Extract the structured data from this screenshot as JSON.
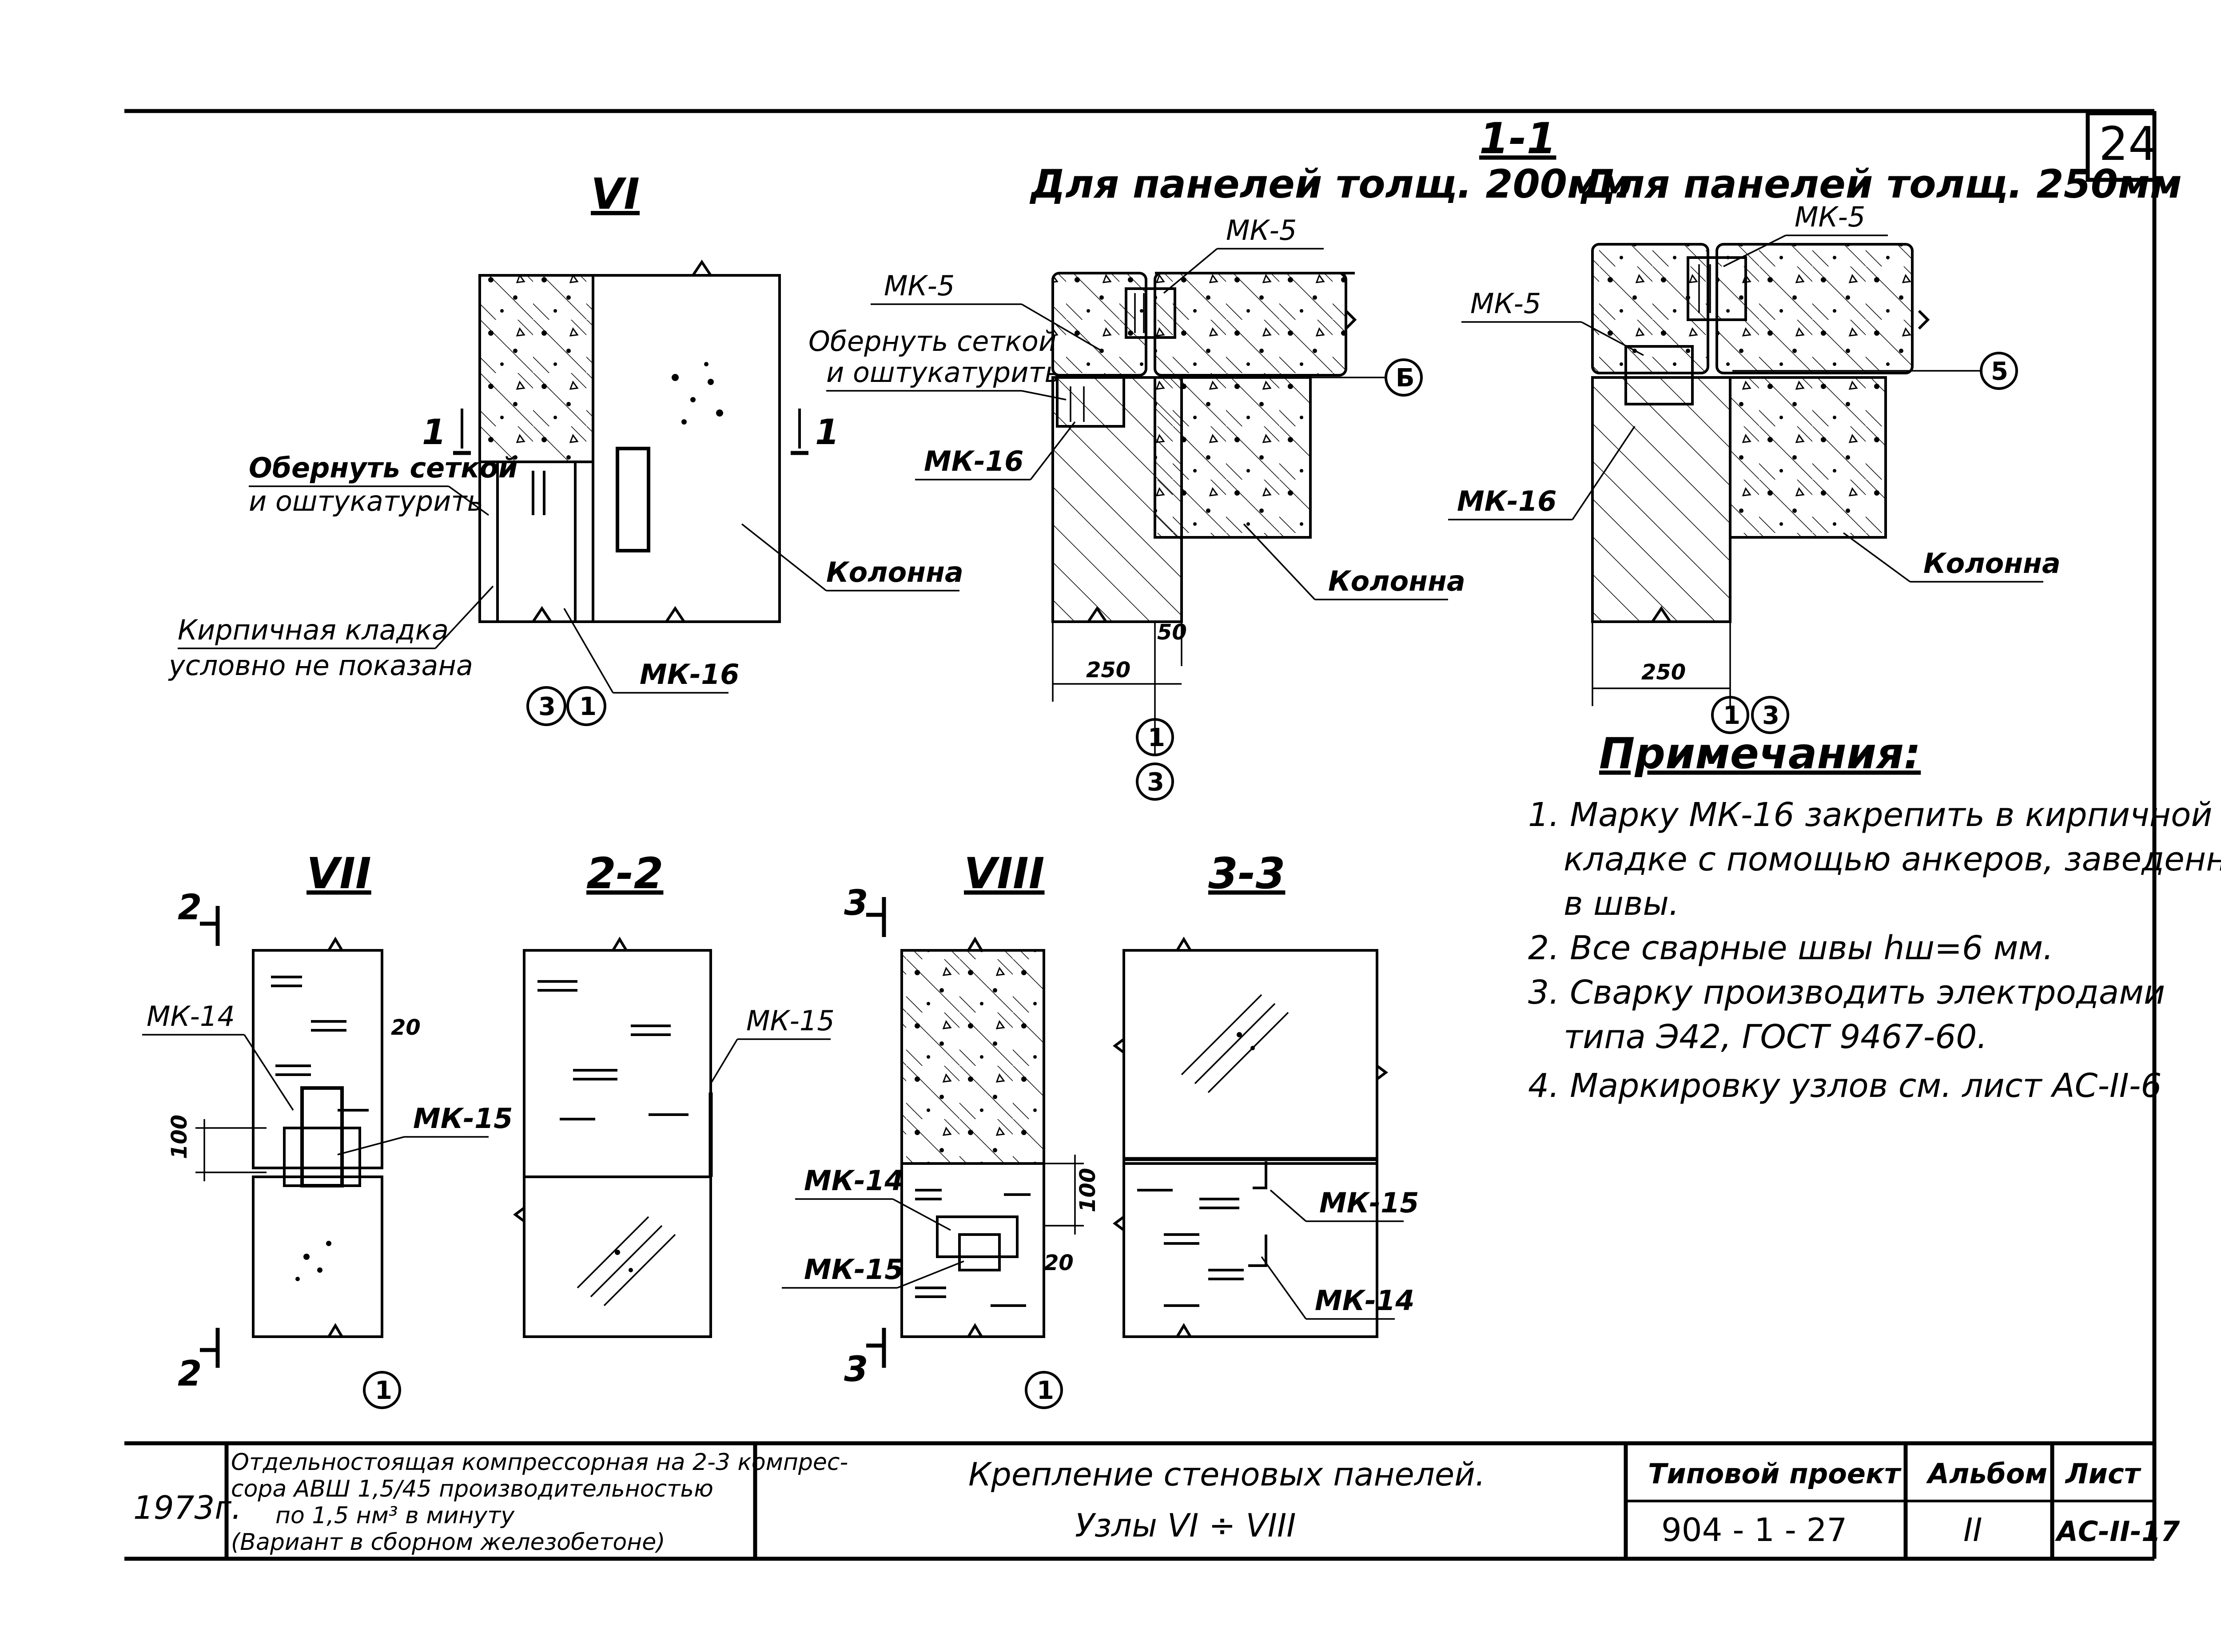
{
  "sheet_number": "24",
  "section_1_1": {
    "mark": "1-1",
    "subtitle_200": "Для панелей толщ. 200мм",
    "subtitle_250": "Для панелей толщ. 250мм"
  },
  "node_VI": {
    "title": "VI",
    "cut_left": "1",
    "cut_right": "1",
    "wrap_note_line1": "Обернуть сеткой",
    "wrap_note_line2": "и оштукатурить",
    "column": "Колонна",
    "brick_note_line1": "Кирпичная кладка",
    "brick_note_line2": "условно не показана",
    "mk16": "МК-16",
    "circle_a": "3",
    "circle_b": "1"
  },
  "detail_200": {
    "mk5_top": "МК-5",
    "mk5_left": "МК-5",
    "wrap_line1": "Обернуть сеткой",
    "wrap_line2": "и оштукатурить",
    "mk16": "МК-16",
    "axis": "Б",
    "column": "Колонна",
    "dim_250": "250",
    "dim_50": "50",
    "circle_1": "1",
    "circle_3": "3"
  },
  "detail_250": {
    "mk5_top": "МК-5",
    "mk5_left": "МК-5",
    "mk16": "МК-16",
    "axis": "5",
    "column": "Колонна",
    "dim_250": "250",
    "circle_1": "1",
    "circle_3": "3"
  },
  "notes": {
    "heading": "Примечания:",
    "n1_l1": "1. Марку  МК-16 закрепить в кирпичной",
    "n1_l2": "кладке с помощью анкеров, заведенных",
    "n1_l3": "в швы.",
    "n2": "2. Все сварные швы  hш=6 мм.",
    "n3_l1": "3. Сварку производить  электродами",
    "n3_l2": "типа Э42,  ГОСТ 9467-60.",
    "n4": "4. Маркировку  узлов см.  лист  АС-II-6"
  },
  "node_VII": {
    "title": "VII",
    "cut_top": "2",
    "cut_bottom": "2",
    "mk14": "МК-14",
    "mk15": "МК-15",
    "dim_20": "20",
    "dim_100": "100",
    "circle": "1"
  },
  "section_2_2": {
    "title": "2-2",
    "mk15": "МК-15"
  },
  "node_VIII": {
    "title": "VIII",
    "cut_top": "3",
    "cut_bottom": "3",
    "mk14": "МК-14",
    "mk15": "МК-15",
    "dim_100": "100",
    "dim_20": "20",
    "circle": "1"
  },
  "section_3_3": {
    "title": "3-3",
    "mk15": "МК-15",
    "mk14": "МК-14"
  },
  "title_block": {
    "year": "1973г.",
    "project_desc_l1": "Отдельностоящая компрессорная на 2-3 компрес-",
    "project_desc_l2": "сора  АВШ  1,5/45 производительностью",
    "project_desc_l3": "по 1,5 нм³  в  минуту",
    "project_desc_l4": "(Вариант  в сборном железобетоне)",
    "drawing_title": "Крепление  стеновых  панелей.",
    "drawing_subtitle": "Узлы  VI ÷ VIII",
    "typ_label": "Типовой  проект",
    "typ_value": "904 - 1 - 27",
    "album_label": "Альбом",
    "album_value": "II",
    "sheet_label": "Лист",
    "sheet_value": "АС-II-17"
  }
}
